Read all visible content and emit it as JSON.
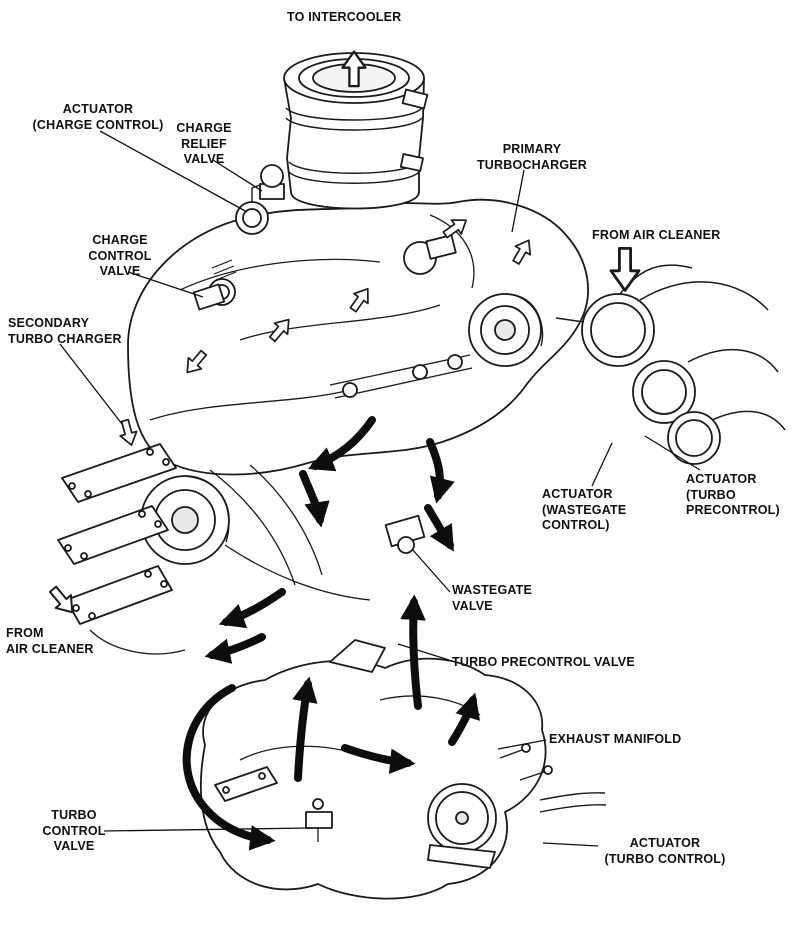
{
  "diagram": {
    "kind": "sequential-twin-turbocharger-engine-schematic",
    "colors": {
      "line": "#1a1a1a",
      "background": "#ffffff",
      "flow_arrow": "#0d0d0d",
      "label_text": "#101010"
    },
    "labels": {
      "to_intercooler": {
        "text": "TO INTERCOOLER"
      },
      "actuator_charge_control": {
        "text": "ACTUATOR\n(CHARGE CONTROL)"
      },
      "charge_relief_valve": {
        "text": "CHARGE\nRELIEF\nVALVE"
      },
      "primary_turbocharger": {
        "text": "PRIMARY\nTURBOCHARGER"
      },
      "from_air_cleaner_right": {
        "text": "FROM AIR CLEANER"
      },
      "charge_control_valve": {
        "text": "CHARGE\nCONTROL\nVALVE"
      },
      "secondary_turbo_charger": {
        "text": "SECONDARY\nTURBO CHARGER"
      },
      "actuator_turbo_precontrol": {
        "text": "ACTUATOR\n(TURBO\nPRECONTROL)"
      },
      "actuator_wastegate_control": {
        "text": "ACTUATOR\n(WASTEGATE\nCONTROL)"
      },
      "wastegate_valve": {
        "text": "WASTEGATE\nVALVE"
      },
      "from_air_cleaner_left": {
        "text": "FROM\nAIR CLEANER"
      },
      "turbo_precontrol_valve": {
        "text": "TURBO PRECONTROL VALVE"
      },
      "exhaust_manifold": {
        "text": "EXHAUST MANIFOLD"
      },
      "turbo_control_valve": {
        "text": "TURBO\nCONTROL\nVALVE"
      },
      "actuator_turbo_control": {
        "text": "ACTUATOR\n(TURBO CONTROL)"
      }
    }
  }
}
